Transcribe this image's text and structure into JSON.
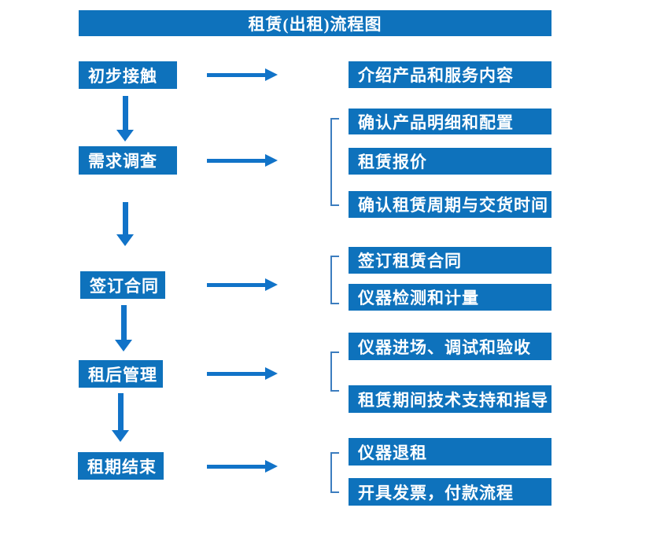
{
  "title": "租赁(出租)流程图",
  "colors": {
    "box_blue": "#0e72bc",
    "arrow_blue": "#1173c8",
    "bracket_blue": "#3c7dbf",
    "text_white": "#ffffff"
  },
  "steps": [
    {
      "label": "初步接触",
      "details": [
        "介绍产品和服务内容"
      ]
    },
    {
      "label": "需求调查",
      "details": [
        "确认产品明细和配置",
        "租赁报价",
        "确认租赁周期与交货时间"
      ]
    },
    {
      "label": "签订合同",
      "details": [
        "签订租赁合同",
        "仪器检测和计量"
      ]
    },
    {
      "label": "租后管理",
      "details": [
        "仪器进场、调试和验收",
        "租赁期间技术支持和指导"
      ]
    },
    {
      "label": "租期结束",
      "details": [
        "仪器退租",
        "开具发票，付款流程"
      ]
    }
  ]
}
